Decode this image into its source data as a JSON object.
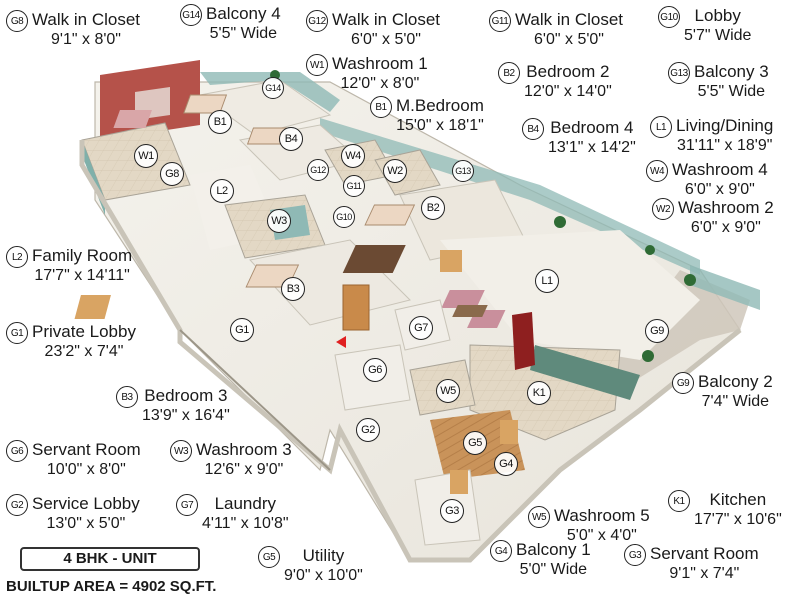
{
  "legend": {
    "g8": {
      "code": "G8",
      "name": "Walk in Closet",
      "dims": "9'1\" x 8'0\""
    },
    "g14": {
      "code": "G14",
      "name": "Balcony 4",
      "dims": "5'5\" Wide"
    },
    "g12": {
      "code": "G12",
      "name": "Walk in Closet",
      "dims": "6'0\" x 5'0\""
    },
    "g11": {
      "code": "G11",
      "name": "Walk in Closet",
      "dims": "6'0\" x 5'0\""
    },
    "g10": {
      "code": "G10",
      "name": "Lobby",
      "dims": "5'7\" Wide"
    },
    "w1": {
      "code": "W1",
      "name": "Washroom 1",
      "dims": "12'0\" x 8'0\""
    },
    "b2": {
      "code": "B2",
      "name": "Bedroom 2",
      "dims": "12'0\" x 14'0\""
    },
    "g13": {
      "code": "G13",
      "name": "Balcony 3",
      "dims": "5'5\" Wide"
    },
    "b1": {
      "code": "B1",
      "name": "M.Bedroom",
      "dims": "15'0\" x 18'1\""
    },
    "b4": {
      "code": "B4",
      "name": "Bedroom 4",
      "dims": "13'1\" x 14'2\""
    },
    "l1": {
      "code": "L1",
      "name": "Living/Dining",
      "dims": "31'11\" x 18'9\""
    },
    "w4": {
      "code": "W4",
      "name": "Washroom 4",
      "dims": "6'0\" x 9'0\""
    },
    "w2": {
      "code": "W2",
      "name": "Washroom 2",
      "dims": "6'0\" x 9'0\""
    },
    "l2": {
      "code": "L2",
      "name": "Family Room",
      "dims": "17'7\" x 14'11\""
    },
    "g1": {
      "code": "G1",
      "name": "Private Lobby",
      "dims": "23'2\" x 7'4\""
    },
    "b3": {
      "code": "B3",
      "name": "Bedroom 3",
      "dims": "13'9\" x 16'4\""
    },
    "g9": {
      "code": "G9",
      "name": "Balcony 2",
      "dims": "7'4\" Wide"
    },
    "g6": {
      "code": "G6",
      "name": "Servant Room",
      "dims": "10'0\" x 8'0\""
    },
    "w3": {
      "code": "W3",
      "name": "Washroom 3",
      "dims": "12'6\" x 9'0\""
    },
    "g2": {
      "code": "G2",
      "name": "Service Lobby",
      "dims": "13'0\" x 5'0\""
    },
    "g7": {
      "code": "G7",
      "name": "Laundry",
      "dims": "4'11\" x 10'8\""
    },
    "k1": {
      "code": "K1",
      "name": "Kitchen",
      "dims": "17'7\" x 10'6\""
    },
    "w5": {
      "code": "W5",
      "name": "Washroom 5",
      "dims": "5'0\" x 4'0\""
    },
    "g5": {
      "code": "G5",
      "name": "Utility",
      "dims": "9'0\" x 10'0\""
    },
    "g4": {
      "code": "G4",
      "name": "Balcony 1",
      "dims": "5'0\" Wide"
    },
    "g3": {
      "code": "G3",
      "name": "Servant Room",
      "dims": "9'1\" x 7'4\""
    }
  },
  "markers": [
    "B1",
    "G14",
    "B4",
    "W4",
    "W1",
    "G12",
    "W2",
    "G8",
    "G11",
    "L2",
    "G13",
    "B2",
    "G10",
    "W3",
    "L1",
    "B3",
    "G7",
    "G1",
    "G9",
    "G6",
    "W5",
    "K1",
    "G2",
    "G5",
    "G4",
    "G3"
  ],
  "unit_title": "4 BHK - UNIT",
  "builtup_area": "BUILTUP AREA = 4902 SQ.FT.",
  "colors": {
    "floor": "#f1efe9",
    "wall": "#fbfaf7",
    "wall_shadow": "#c9c4b8",
    "wood": "#d9a463",
    "accent_wall": "#b5524a",
    "glass": "#8fb9b5",
    "kitchen_counter": "#5f8a7c",
    "fridge": "#8e1f1f"
  }
}
